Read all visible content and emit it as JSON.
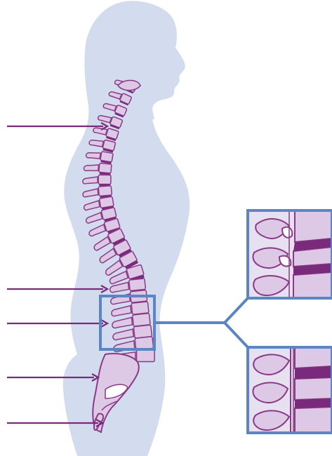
{
  "colors": {
    "background": "#ffffff",
    "silhouette": "#d3dcef",
    "bone_fill": "#ddc8e6",
    "bone_stroke": "#8a3a86",
    "disc": "#7a2a7a",
    "arrow": "#7a2a7a",
    "zoom_frame": "#5b86c3",
    "inset_bg": "#e6e0f0"
  },
  "icons": {
    "arrows": "right-arrow-icon",
    "zoom": "zoom-frame-icon"
  },
  "arrows": [
    {
      "region": "cervical"
    },
    {
      "region": "lumbar-upper"
    },
    {
      "region": "lumbar-lower"
    },
    {
      "region": "sacrum"
    },
    {
      "region": "coccyx"
    }
  ],
  "insets": [
    {
      "name": "inset-top",
      "region": "lumbar-disc-detail"
    },
    {
      "name": "inset-bottom",
      "region": "lumbar-canal-detail"
    }
  ]
}
